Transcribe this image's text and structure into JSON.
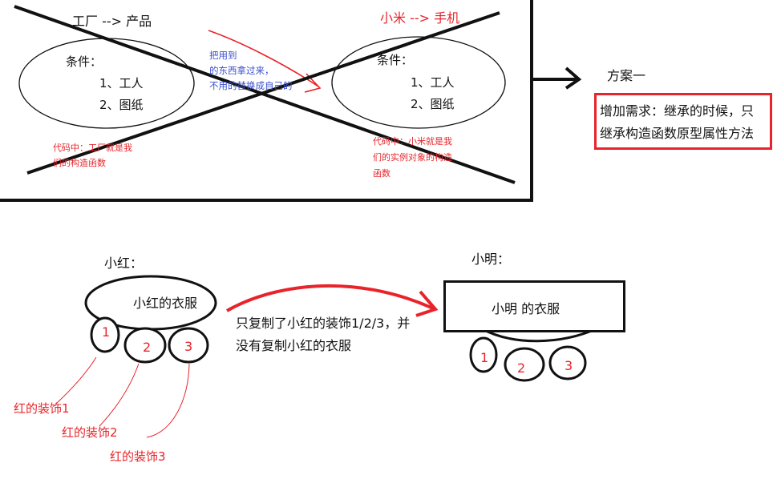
{
  "top_panel": {
    "factory_title": "工厂  -->  产品",
    "xiaomi_title": "小米  -->  手机",
    "left_conditions": {
      "label": "条件：",
      "item1": "1、工人",
      "item2": "2、图纸"
    },
    "right_conditions": {
      "label": "条件：",
      "item1": "1、工人",
      "item2": "2、图纸"
    },
    "arrow_note": {
      "line1": "把用到",
      "line2": "的东西拿过来，",
      "line3": "不用的替换成自己的"
    },
    "left_code_note": {
      "line1": "代码中：工厂就是我",
      "line2": "们的构造函数"
    },
    "right_code_note": {
      "line1": "代码中：小米就是我",
      "line2": "们的实例对象的构造",
      "line3": "函数"
    }
  },
  "plan": {
    "title": "方案一",
    "line1": "增加需求：继承的时候，只",
    "line2": "继承构造函数原型属性方法"
  },
  "bottom": {
    "xiaohong_label": "小红：",
    "xiaohong_clothes": "小红的衣服",
    "xiaoming_label": "小明：",
    "xiaoming_clothes": "小明 的衣服",
    "copy_note_line1": "只复制了小红的装饰1/2/3，并",
    "copy_note_line2": "没有复制小红的衣服",
    "decoration_numbers": [
      "1",
      "2",
      "3"
    ],
    "decoration_labels": [
      "红的装饰1",
      "红的装饰2",
      "红的装饰3"
    ]
  },
  "colors": {
    "red": "#e8242a",
    "blue": "#3a4fcf",
    "black": "#111111"
  }
}
